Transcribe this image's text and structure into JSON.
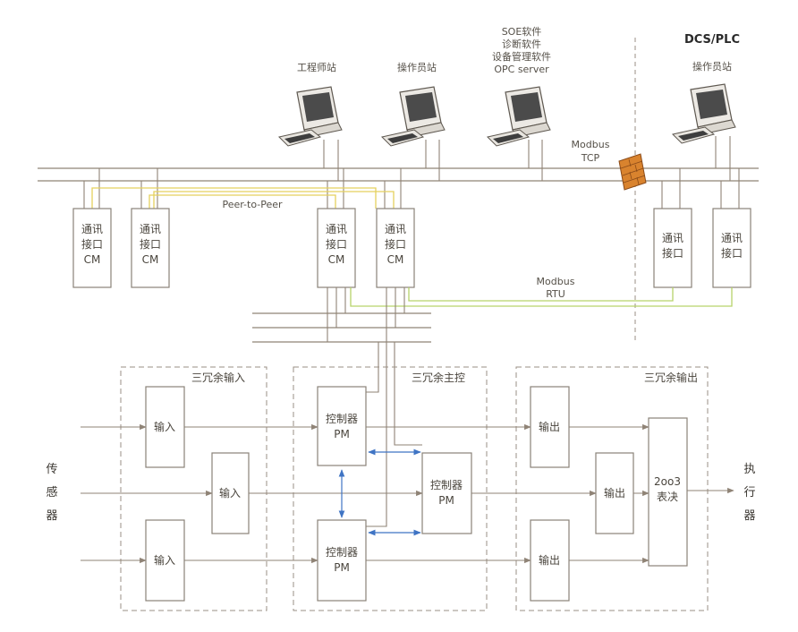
{
  "colors": {
    "line": "#8f8376",
    "box": "#8a8278",
    "dash": "#9a8f84",
    "yellow": "#e5d15e",
    "green": "#b6d36a",
    "blue": "#3f74c4",
    "firewall": "#d9832e"
  },
  "workstations": {
    "engineer": "工程师站",
    "operator": "操作员站",
    "software": [
      "SOE软件",
      "诊断软件",
      "设备管理软件",
      "OPC server"
    ],
    "dcs_title": "DCS/PLC",
    "dcs_operator": "操作员站"
  },
  "network": {
    "modbus_tcp": [
      "Modbus",
      "TCP"
    ],
    "peer_to_peer": "Peer-to-Peer",
    "modbus_rtu": [
      "Modbus",
      "RTU"
    ]
  },
  "comm_modules": {
    "cm": [
      "通讯",
      "接口",
      "CM"
    ],
    "dcs": [
      "通讯",
      "接口"
    ]
  },
  "groups": {
    "input": "三冗余输入",
    "control": "三冗余主控",
    "output": "三冗余输出"
  },
  "blocks": {
    "input": "输入",
    "controller": [
      "控制器",
      "PM"
    ],
    "output": "输出",
    "voter": [
      "2oo3",
      "表决"
    ]
  },
  "sensor": [
    "传",
    "感",
    "器"
  ],
  "actuator": [
    "执",
    "行",
    "器"
  ],
  "icons": [
    "computer-icon",
    "firewall-icon"
  ]
}
